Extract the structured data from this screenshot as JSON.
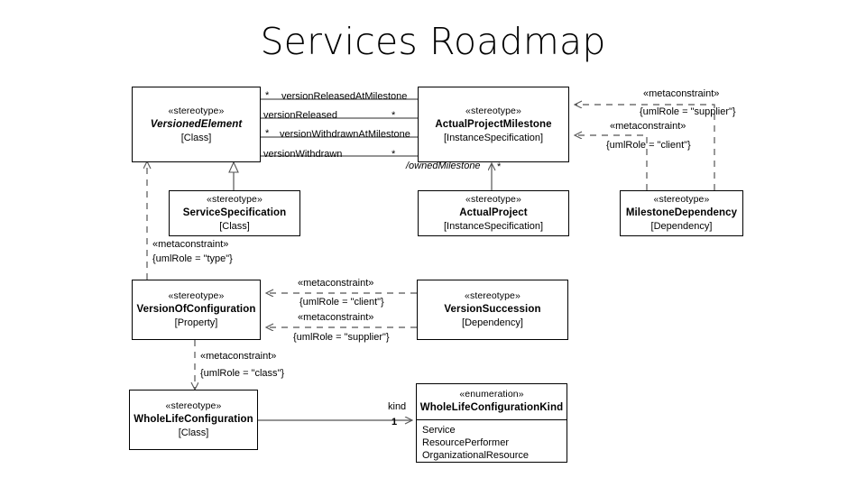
{
  "slide": {
    "title": "Services Roadmap"
  },
  "nodes": {
    "versioned_element": {
      "stereotype": "«stereotype»",
      "name": "VersionedElement",
      "meta": "[Class]"
    },
    "actual_project_milestone": {
      "stereotype": "«stereotype»",
      "name": "ActualProjectMilestone",
      "meta": "[InstanceSpecification]"
    },
    "service_specification": {
      "stereotype": "«stereotype»",
      "name": "ServiceSpecification",
      "meta": "[Class]"
    },
    "actual_project": {
      "stereotype": "«stereotype»",
      "name": "ActualProject",
      "meta": "[InstanceSpecification]"
    },
    "milestone_dependency": {
      "stereotype": "«stereotype»",
      "name": "MilestoneDependency",
      "meta": "[Dependency]"
    },
    "version_of_configuration": {
      "stereotype": "«stereotype»",
      "name": "VersionOfConfiguration",
      "meta": "[Property]"
    },
    "version_succession": {
      "stereotype": "«stereotype»",
      "name": "VersionSuccession",
      "meta": "[Dependency]"
    },
    "whole_life_configuration": {
      "stereotype": "«stereotype»",
      "name": "WholeLifeConfiguration",
      "meta": "[Class]"
    },
    "whole_life_configuration_kind": {
      "stereotype": "«enumeration»",
      "name": "WholeLifeConfigurationKind",
      "literals": [
        "Service",
        "ResourcePerformer",
        "OrganizationalResource"
      ]
    }
  },
  "associations": {
    "version_released_at_milestone": {
      "role": "versionReleasedAtMilestone",
      "source_mult": "*"
    },
    "version_released": {
      "role": "versionReleased",
      "target_mult": "*"
    },
    "version_withdrawn_at_milestone": {
      "role": "versionWithdrawnAtMilestone",
      "source_mult": "*"
    },
    "version_withdrawn": {
      "role": "versionWithdrawn",
      "target_mult": "*"
    },
    "owned_milestone": {
      "role": "/ownedMilestone",
      "mult": "*"
    },
    "kind": {
      "role": "kind",
      "mult": "1"
    }
  },
  "constraints": {
    "milestone_supplier": {
      "stereotype": "«metaconstraint»",
      "body": "{umlRole = \"supplier\"}"
    },
    "milestone_client": {
      "stereotype": "«metaconstraint»",
      "body": "{umlRole = \"client\"}"
    },
    "voc_type": {
      "stereotype": "«metaconstraint»",
      "body": "{umlRole = \"type\"}"
    },
    "succession_client": {
      "stereotype": "«metaconstraint»",
      "body": "{umlRole = \"client\"}"
    },
    "succession_supplier": {
      "stereotype": "«metaconstraint»",
      "body": "{umlRole = \"supplier\"}"
    },
    "wlc_class": {
      "stereotype": "«metaconstraint»",
      "body": "{umlRole = \"class\"}"
    }
  },
  "colors": {
    "stroke": "#000000",
    "edge": "#555555",
    "background": "#ffffff"
  }
}
